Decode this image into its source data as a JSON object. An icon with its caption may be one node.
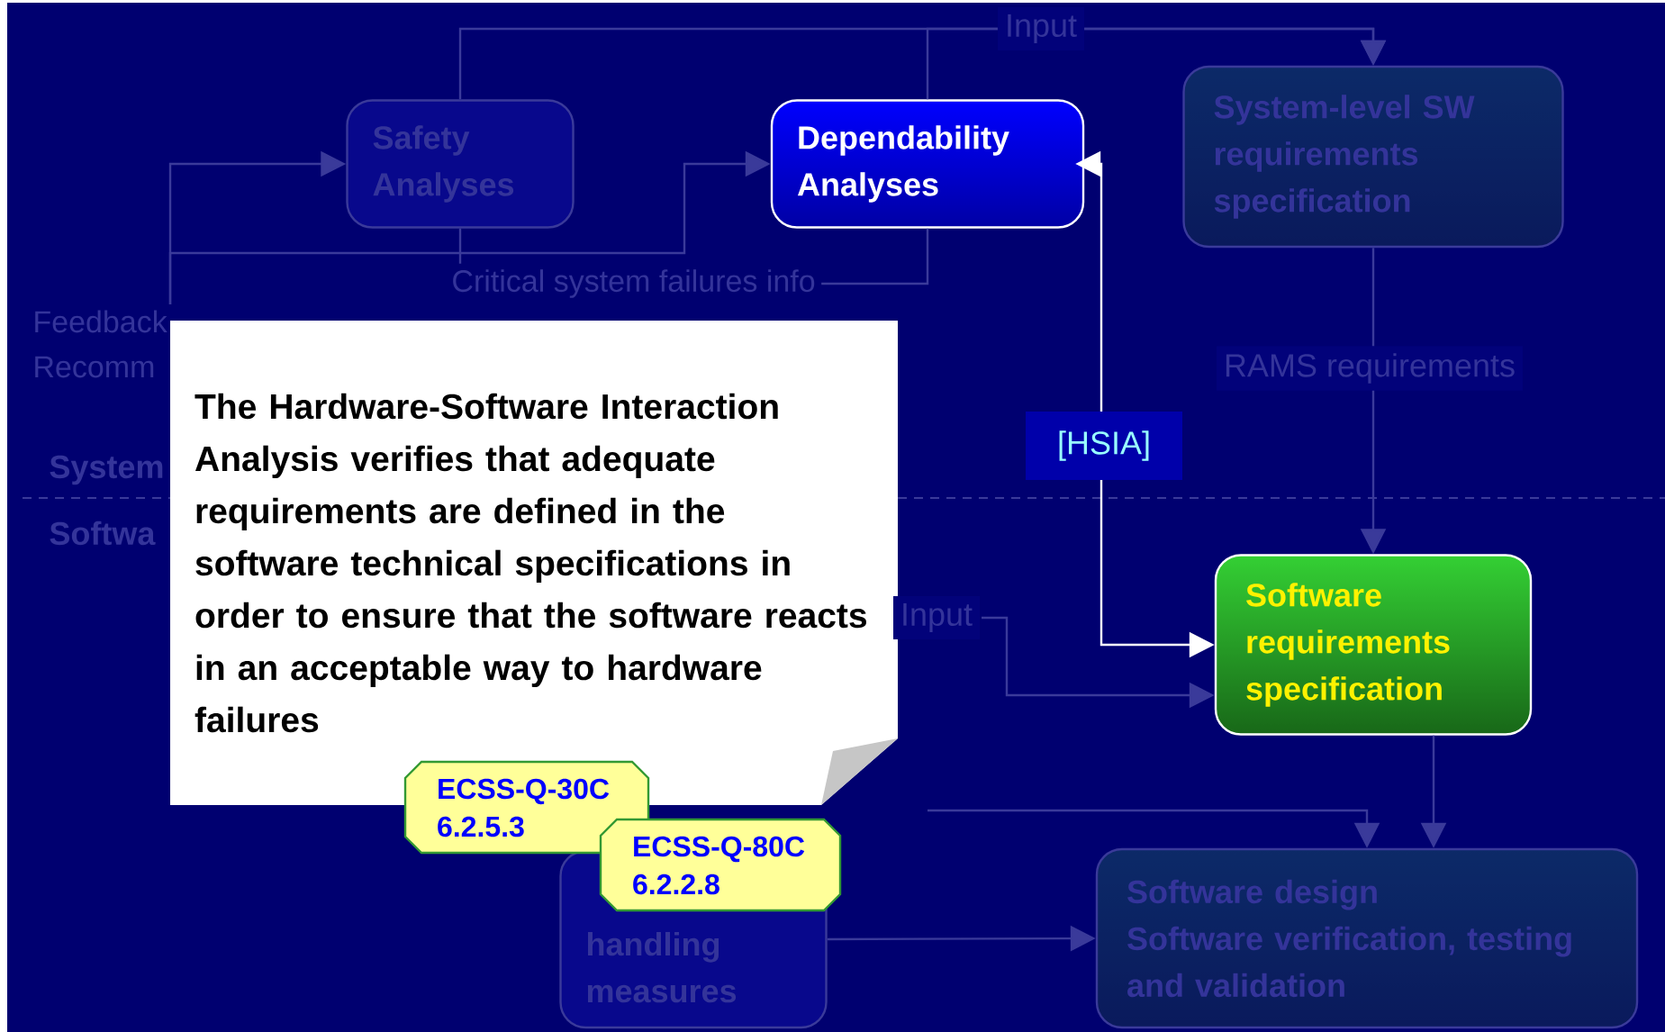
{
  "diagram": {
    "nodes": [
      {
        "text": [
          "Safety Analyses"
        ]
      },
      {
        "text": [
          "Dependability Analyses"
        ]
      },
      {
        "text": [
          "System-level SW requirements specification"
        ]
      },
      {
        "text": [
          "Feedback",
          "Recomm"
        ]
      },
      {
        "text": [
          "Critical system failures info"
        ]
      },
      {
        "text": [
          "Software requirements specification"
        ]
      },
      {
        "text": [
          "handling measures"
        ]
      },
      {
        "text": [
          "Software design",
          "Software verification, testing and validation"
        ]
      },
      {
        "text": [
          "The Hardware-Software Interaction Analysis verifies that adequate requirements are defined in the software technical specifications in order to ensure that the software reacts in an acceptable way to hardware failures"
        ]
      },
      {
        "text": [
          "ECSS-Q-30C 6.2.5.3"
        ]
      },
      {
        "text": [
          "ECSS-Q-80C 6.2.2.8"
        ]
      }
    ],
    "edges": [
      {
        "from": 3,
        "to": 0,
        "arrow": "to"
      },
      {
        "from": 3,
        "to": 1,
        "arrow": "to"
      },
      {
        "from": 0,
        "to": 2,
        "arrow": "to",
        "label": "Input"
      },
      {
        "from": 1,
        "to": 2,
        "arrow": "to"
      },
      {
        "from": 0,
        "to": 4,
        "arrow": "none"
      },
      {
        "from": 1,
        "to": 4,
        "arrow": "none"
      },
      {
        "from": 2,
        "to": 5,
        "arrow": "to",
        "label": "RAMS requirements"
      },
      {
        "from": 1,
        "to": 5,
        "arrow": "both",
        "label": "[HSIA]",
        "color": "#ffffff"
      },
      {
        "from": null,
        "to": 5,
        "arrow": "to",
        "label": "Input"
      },
      {
        "from": null,
        "to": 7,
        "arrow": "to"
      },
      {
        "from": 5,
        "to": 7,
        "arrow": "to"
      },
      {
        "from": 6,
        "to": 7,
        "arrow": "to"
      }
    ],
    "labels": [
      "System",
      "Softwa"
    ]
  }
}
